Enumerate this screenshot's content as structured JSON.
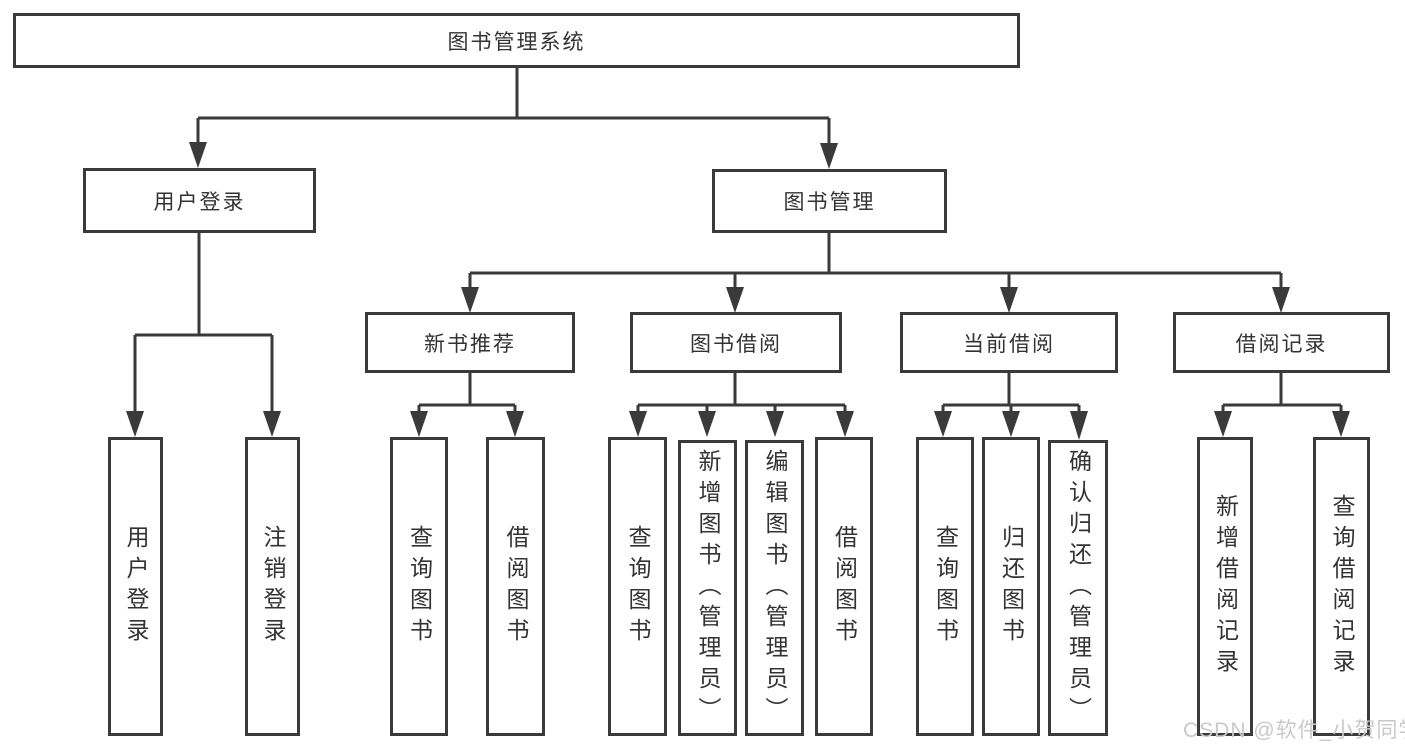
{
  "diagram": {
    "root": {
      "label": "图书管理系统",
      "children": [
        {
          "label": "用户登录",
          "children": [
            {
              "label": "用户登录"
            },
            {
              "label": "注销登录"
            }
          ]
        },
        {
          "label": "图书管理",
          "children": [
            {
              "label": "新书推荐",
              "children": [
                {
                  "label": "查询图书"
                },
                {
                  "label": "借阅图书"
                }
              ]
            },
            {
              "label": "图书借阅",
              "children": [
                {
                  "label": "查询图书"
                },
                {
                  "label": "新增图书（管理员）"
                },
                {
                  "label": "编辑图书（管理员）"
                },
                {
                  "label": "借阅图书"
                }
              ]
            },
            {
              "label": "当前借阅",
              "children": [
                {
                  "label": "查询图书"
                },
                {
                  "label": "归还图书"
                },
                {
                  "label": "确认归还（管理员）"
                }
              ]
            },
            {
              "label": "借阅记录",
              "children": [
                {
                  "label": "新增借阅记录"
                },
                {
                  "label": "查询借阅记录"
                }
              ]
            }
          ]
        }
      ]
    }
  },
  "watermark": {
    "text": "CSDN @软件_小贺同学"
  },
  "colors": {
    "background": "#ffffff",
    "line": "#3a3a3a",
    "box_border": "#3a3a3a",
    "text": "#333333",
    "watermark": "#c9c9c9"
  }
}
